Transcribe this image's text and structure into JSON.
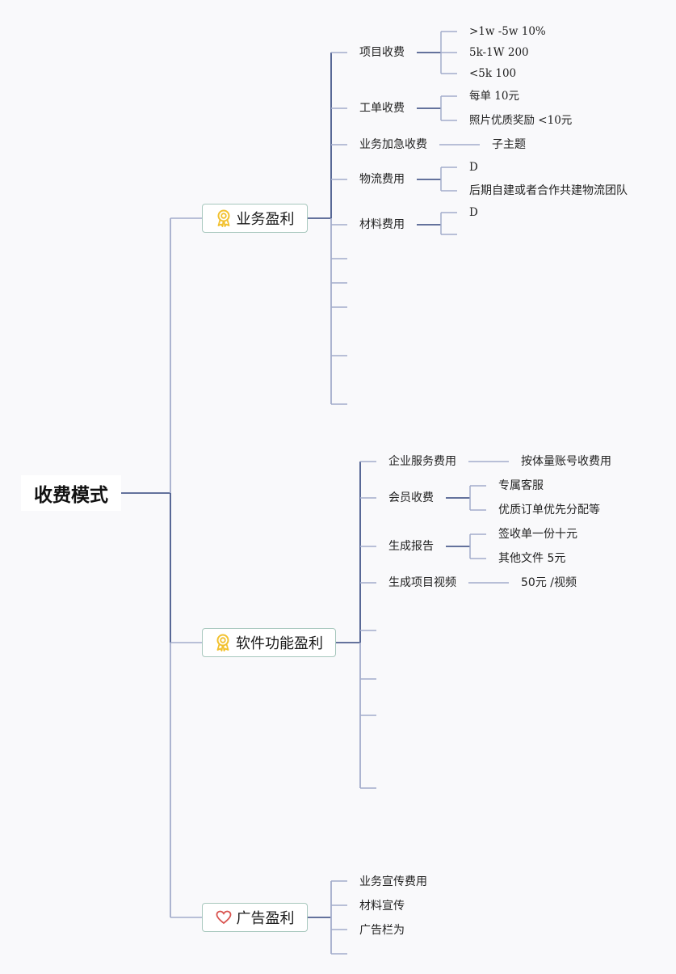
{
  "root": {
    "label": "收费模式"
  },
  "branches": [
    {
      "label": "业务盈利",
      "icon": "award-icon",
      "icon_color": "#f2c12e",
      "topics": [
        {
          "label": "项目收费",
          "children": [
            ">1w -5w 10%",
            "5k-1W 200",
            "<5k 100"
          ]
        },
        {
          "label": "工单收费",
          "children": [
            "每单 10元",
            "照片优质奖励 <10元"
          ]
        },
        {
          "label": "业务加急收费",
          "children": [
            "子主题"
          ]
        },
        {
          "label": "物流费用",
          "children": [
            "D",
            "后期自建或者合作共建物流团队"
          ]
        },
        {
          "label": "材料费用",
          "children": [
            "D",
            ""
          ]
        }
      ],
      "empty_topics": 5
    },
    {
      "label": "软件功能盈利",
      "icon": "award-icon",
      "icon_color": "#f2c12e",
      "topics": [
        {
          "label": "企业服务费用",
          "children": [
            "按体量账号收费用"
          ]
        },
        {
          "label": "会员收费",
          "children": [
            "专属客服",
            "优质订单优先分配等"
          ]
        },
        {
          "label": "生成报告",
          "children": [
            "签收单一份十元",
            "其他文件 5元"
          ]
        },
        {
          "label": "生成项目视频",
          "children": [
            "50元 /视频"
          ]
        }
      ],
      "empty_topics": 4
    },
    {
      "label": "广告盈利",
      "icon": "heart-icon",
      "icon_color": "#d9534f",
      "topics": [
        {
          "label": "业务宣传费用",
          "children": []
        },
        {
          "label": "材料宣传",
          "children": []
        },
        {
          "label": "广告栏为",
          "children": []
        }
      ],
      "empty_topics": 1
    }
  ],
  "colors": {
    "line_dark": "#4e5f8f",
    "line_light": "#a3accb",
    "node_border": "#a7c7bd",
    "background": "#f9f9fb"
  }
}
